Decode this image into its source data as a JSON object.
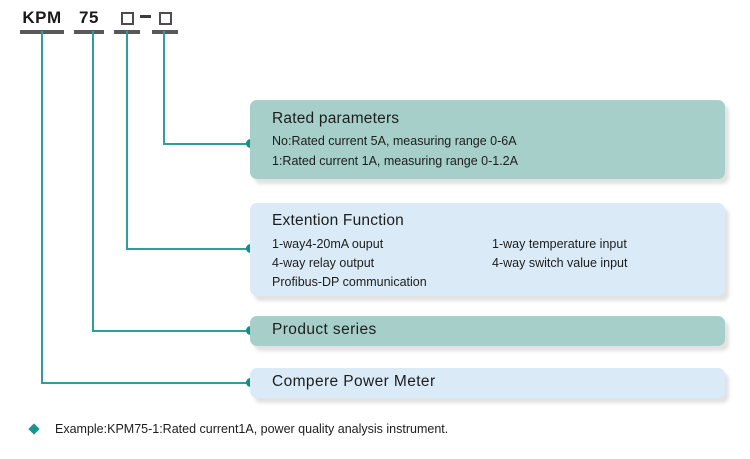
{
  "model_code": {
    "prefix": "KPM",
    "series_number": "75",
    "option_box_1": "□",
    "separator": "-",
    "option_box_2": "□"
  },
  "boxes": [
    {
      "id": "rated-parameters",
      "title": "Rated parameters",
      "lines": [
        "No:Rated current 5A, measuring range 0-6A",
        "1:Rated current 1A, measuring range 0-1.2A"
      ],
      "color": "#a6cfc9"
    },
    {
      "id": "extention-function",
      "title": "Extention Function",
      "column1": [
        "1-way4-20mA ouput",
        "4-way relay output",
        "Profibus-DP communication"
      ],
      "column2": [
        "1-way temperature input",
        "4-way switch value input"
      ],
      "color": "#daeaf6"
    },
    {
      "id": "product-series",
      "title": "Product series",
      "color": "#a6cfc9"
    },
    {
      "id": "compere-power-meter",
      "title": "Compere  Power  Meter",
      "color": "#daeaf6"
    }
  ],
  "footer": {
    "bullet": "diamond-bullet",
    "text": "Example:KPM75-1:Rated current1A, power quality analysis instrument."
  },
  "colors": {
    "teal_box": "#a6cfc9",
    "blue_box": "#daeaf6",
    "connector_line": "#2e9e9a",
    "node_dot": "#0e8f8b",
    "rule": "#59595b",
    "text": "#1d1d1d"
  }
}
